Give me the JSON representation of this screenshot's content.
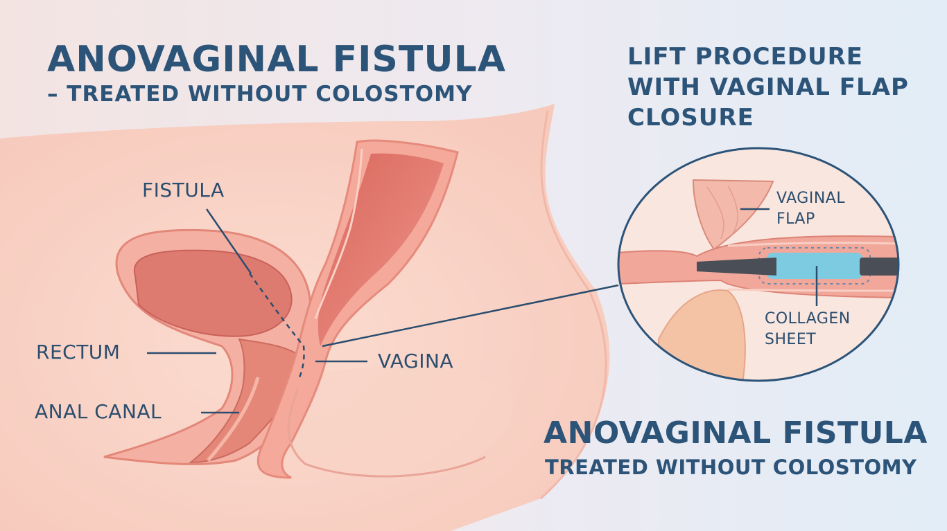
{
  "title": {
    "main": "ANOVAGINAL FISTULA",
    "sub": "– TREATED WITHOUT COLOSTOMY"
  },
  "procedure": {
    "title_lines": [
      "LIFT PROCEDURE",
      "WITH VAGINAL FLAP",
      "CLOSURE"
    ]
  },
  "labels": {
    "fistula": "FISTULA",
    "rectum": "RECTUM",
    "vagina": "VAGINA",
    "anal_canal": "ANAL CANAL"
  },
  "inset": {
    "vaginal_flap_lines": [
      "VAGINAL",
      "FLAP"
    ],
    "collagen_sheet_lines": [
      "COLLAGEN",
      "SHEET"
    ]
  },
  "footer": {
    "main": "ANOVAGINAL FISTULA",
    "sub": "TREATED WITHOUT COLOSTOMY"
  },
  "colors": {
    "background": "#e7f0f8",
    "heading": "#2c5378",
    "skin": "#f9d4c7",
    "tissue": "#e9897c",
    "tissue_dark": "#d8675e",
    "collagen": "#7ccbe0",
    "instrument": "#4a4f57"
  }
}
